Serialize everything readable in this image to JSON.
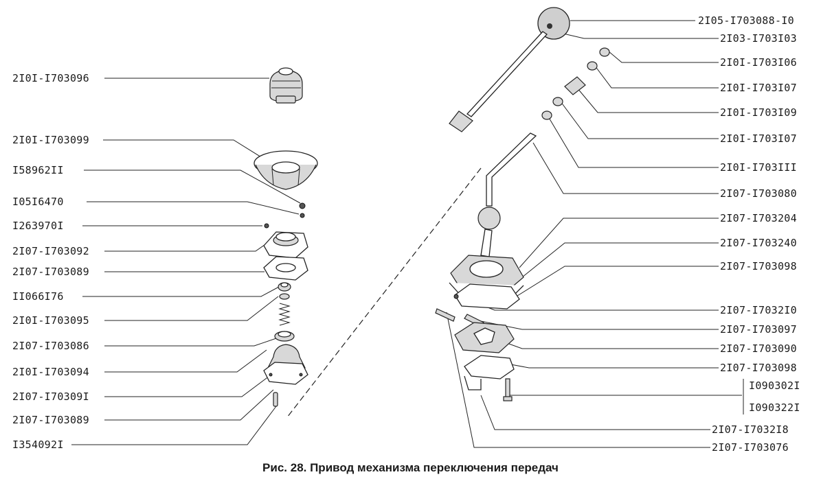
{
  "diagram": {
    "caption": "Рис. 28. Привод механизма переключения передач",
    "left_labels": [
      "2I0I-I703096",
      "2I0I-I703099",
      "I58962II",
      "I05I6470",
      "I263970I",
      "2I07-I703092",
      "2I07-I703089",
      "II066I76",
      "2I0I-I703095",
      "2I07-I703086",
      "2I0I-I703094",
      "2I07-I70309I",
      "2I07-I703089",
      "I354092I"
    ],
    "right_labels": [
      "2I05-I703088-I0",
      "2I03-I703I03",
      "2I0I-I703I06",
      "2I0I-I703I07",
      "2I0I-I703I09",
      "2I0I-I703I07",
      "2I0I-I703III",
      "2I07-I703080",
      "2I07-I703204",
      "2I07-I703240",
      "2I07-I703098",
      "2I07-I7032I0",
      "2I07-I703097",
      "2I07-I703090",
      "2I07-I703098",
      "I090302I",
      "I090322I",
      "2I07-I7032I8",
      "2I07-I703076"
    ]
  }
}
